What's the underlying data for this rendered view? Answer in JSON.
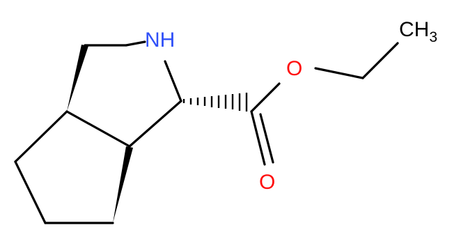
{
  "molecule": {
    "atoms": {
      "nitrogen": {
        "label": "NH",
        "color": "#3050f8"
      },
      "ester_oxygen": {
        "label": "O",
        "color": "#ff0d0d"
      },
      "carbonyl_oxygen": {
        "label": "O",
        "color": "#ff0d0d"
      },
      "methyl": {
        "label": "CH",
        "subscript": "3",
        "color": "#000000"
      }
    },
    "bond_color": "#000000"
  }
}
